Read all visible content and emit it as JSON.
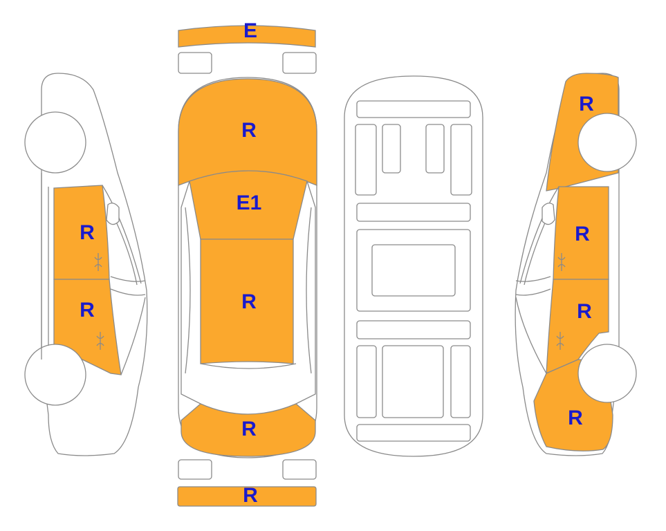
{
  "colors": {
    "damaged_fill": "#fba82d",
    "outline": "#8a8a8a",
    "label": "#1a1acc",
    "background": "#ffffff"
  },
  "labels": {
    "front_bumper": "E",
    "hood": "R",
    "windshield_roof": "E1",
    "roof": "R",
    "trunk": "R",
    "rear_bumper": "R",
    "left_front_door": "R",
    "left_rear_door": "R",
    "right_front_fender": "R",
    "right_front_door": "R",
    "right_rear_door": "R",
    "right_rear_quarter": "R"
  }
}
